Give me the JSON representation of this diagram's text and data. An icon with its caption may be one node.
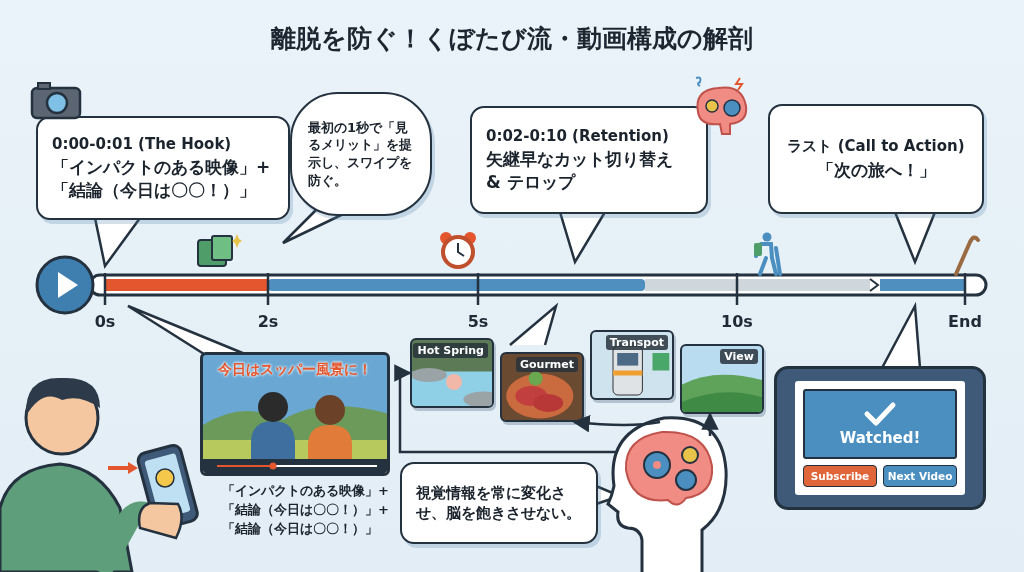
{
  "diagram": {
    "title": "離脱を防ぐ！くぼたび流・動画構成の解剖",
    "nodes": [
      {
        "text": [
          "0:00-0:01 (The Hook)",
          "「インパクトのある映像」+「結論（今日は〇〇！）」"
        ]
      },
      {
        "text": [
          "最初の1秒で「見るメリット」を提示し、スワイプを防ぐ。"
        ]
      },
      {
        "text": [
          "0:02-0:10 (Retention)",
          "矢継早なカット切り替え & テロップ"
        ]
      },
      {
        "text": [
          "ラスト (Call to Action)",
          "「次の旅へ！」"
        ]
      },
      {
        "text": [],
        "shape": "picture"
      },
      {
        "text": [
          "今日はスッパー風景に！"
        ],
        "beside": [
          "「インパクトのある映像」+「結論（今日は〇〇！）」+「結論（今日は〇〇！）」"
        ]
      },
      {
        "text": [
          "Hot Spring"
        ]
      },
      {
        "text": [
          "Gourmet"
        ]
      },
      {
        "text": [
          "Transpot"
        ]
      },
      {
        "text": [
          "View"
        ]
      },
      {
        "text": [
          "視覚情報を常に変化させ、脳を飽きさせない。"
        ]
      },
      {
        "text": [],
        "shape": "picture"
      },
      {
        "text": [
          "Watched!",
          "Subscribe",
          "Next Video"
        ]
      }
    ],
    "edges": [
      {
        "from": 11,
        "to": 6,
        "arrow": "to"
      },
      {
        "from": 11,
        "to": 7,
        "arrow": "to"
      },
      {
        "from": 11,
        "to": 9,
        "arrow": "to"
      }
    ],
    "labels": [
      "0s",
      "2s",
      "5s",
      "10s",
      "End"
    ]
  }
}
